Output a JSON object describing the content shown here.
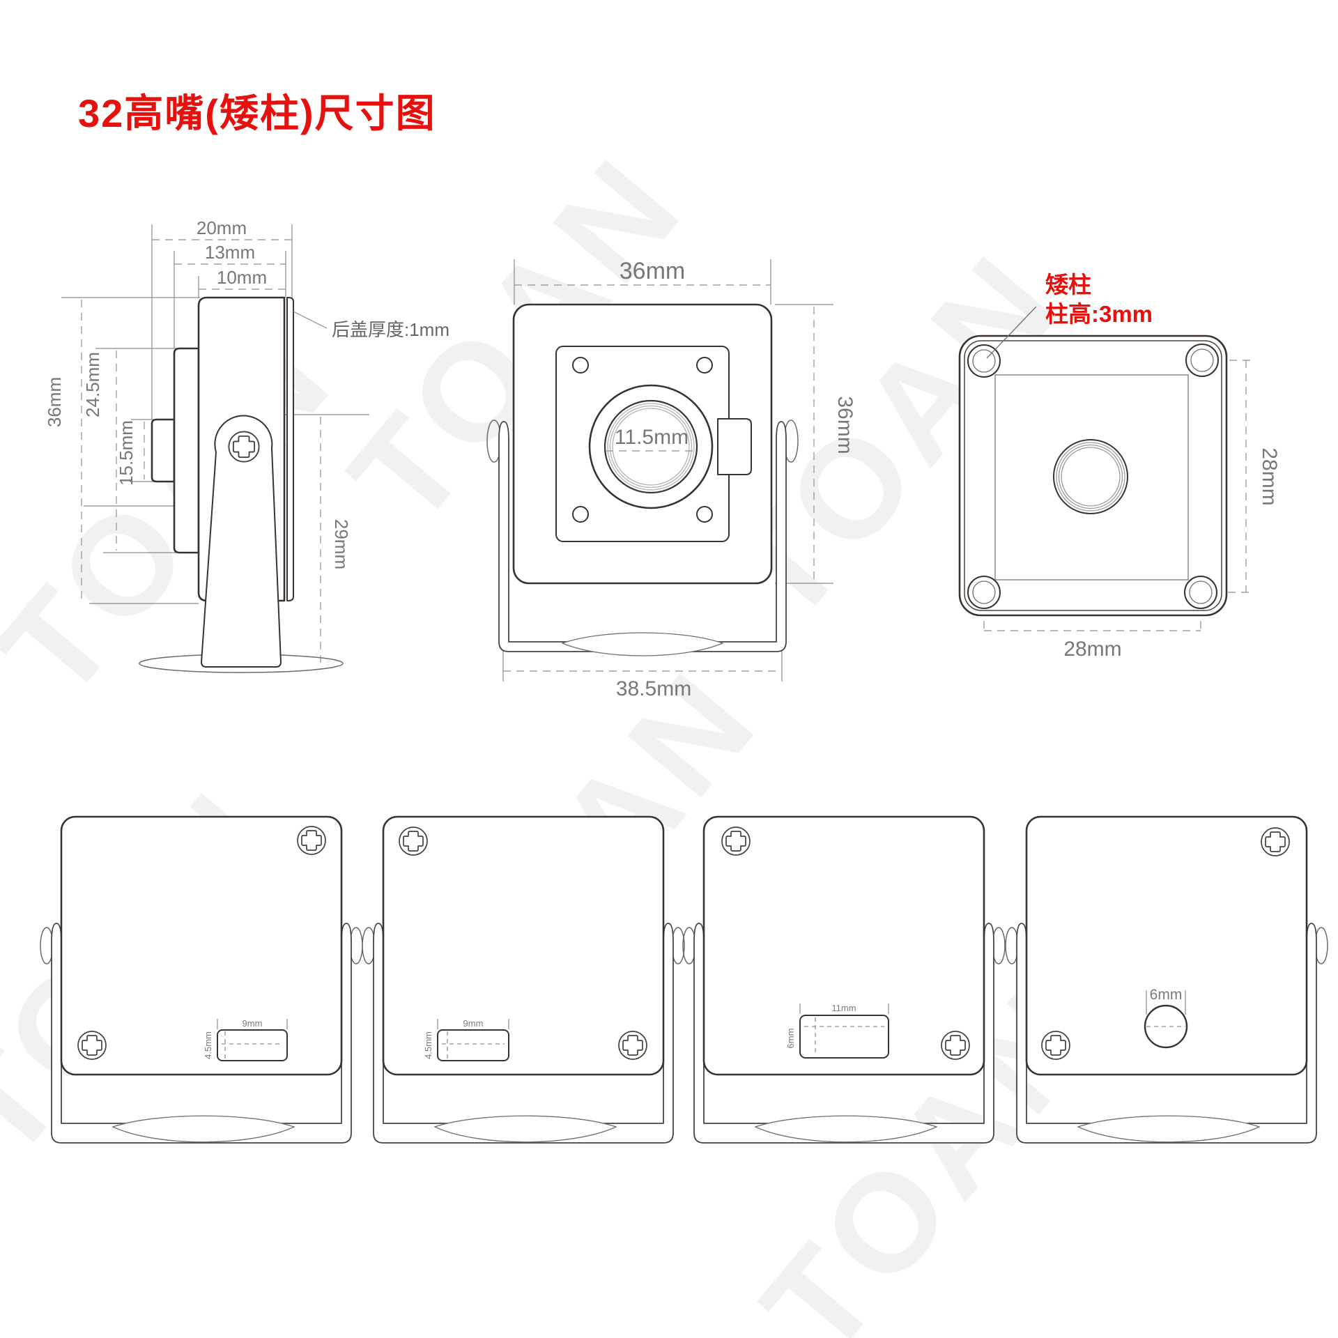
{
  "title": "32高嘴(矮柱)尺寸图",
  "watermark": "TOAN",
  "colors": {
    "accent_red": "#e6100d",
    "line": "#3a332d",
    "dim_text": "#777777"
  },
  "side_view": {
    "dim_20": "20mm",
    "dim_13": "13mm",
    "dim_10": "10mm",
    "note_back_cover": "后盖厚度:1mm",
    "dim_36": "36mm",
    "dim_245": "24.5mm",
    "dim_155": "15.5mm",
    "dim_29": "29mm"
  },
  "front_view": {
    "dim_width": "36mm",
    "dim_height": "36mm",
    "dim_lens": "11.5mm",
    "dim_bracket": "38.5mm"
  },
  "back_view": {
    "label_line1": "矮柱",
    "label_line2": "柱高:3mm",
    "dim_right": "28mm",
    "dim_bottom": "28mm"
  },
  "bottom_views": {
    "v1": {
      "slot_w": "9mm",
      "slot_h": "4.5mm"
    },
    "v2": {
      "slot_w": "9mm",
      "slot_h": "4.5mm"
    },
    "v3": {
      "slot_w": "11mm",
      "slot_h": "6mm"
    },
    "v4": {
      "hole_d": "6mm"
    }
  }
}
